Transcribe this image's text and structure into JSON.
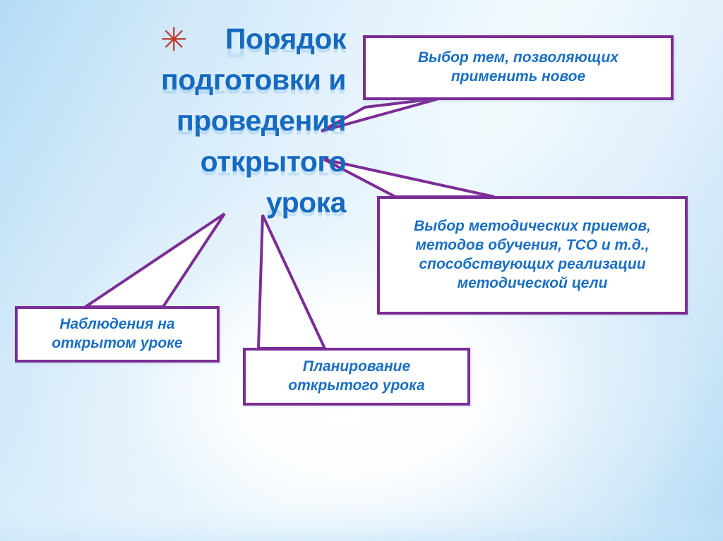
{
  "slide": {
    "title": {
      "bullet_glyph": "✳",
      "bullet_color": "#c0392b",
      "text_color": "#1569c0",
      "lines": [
        "Порядок",
        "подготовки и",
        "проведения",
        "открытого",
        "урока"
      ]
    },
    "accent_color": "#7b2d96",
    "box_text_color": "#1a6fc4",
    "background_colors": [
      "#b5dcf5",
      "#e4f2fc",
      "#ffffff"
    ],
    "boxes": [
      {
        "name": "box-topright",
        "lines": [
          "Выбор тем, позволяющих",
          "применить новое"
        ]
      },
      {
        "name": "box-methods",
        "lines": [
          "Выбор методических приемов,",
          "методов обучения, ТСО и т.д.,",
          "способствующих реализации",
          "методической цели"
        ]
      },
      {
        "name": "box-observe",
        "lines": [
          "Наблюдения на",
          "открытом уроке"
        ]
      },
      {
        "name": "box-plan",
        "lines": [
          "Планирование",
          "открытого урока"
        ]
      }
    ]
  }
}
